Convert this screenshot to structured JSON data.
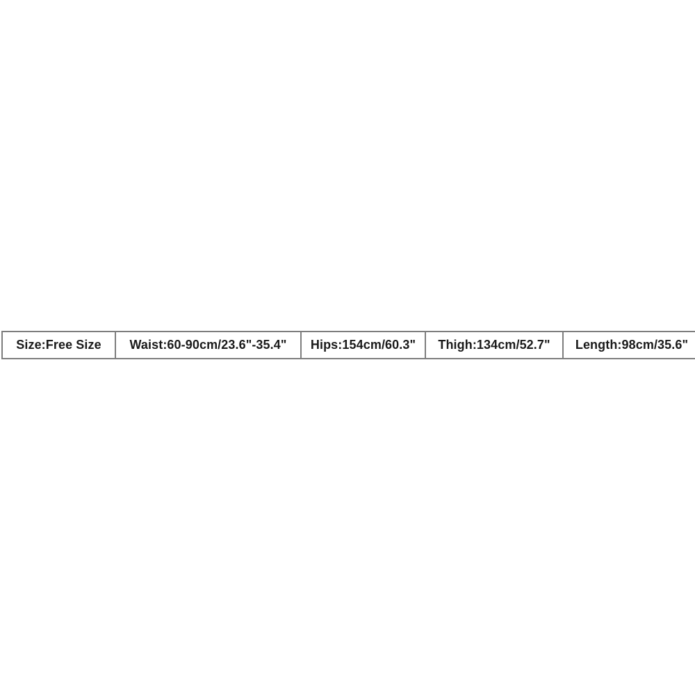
{
  "page": {
    "background": "#ffffff"
  },
  "size_chart": {
    "border_color": "#7d7d7d",
    "text_color": "#1a1a1a",
    "cells": [
      {
        "name": "size",
        "text": "Size:Free Size"
      },
      {
        "name": "waist",
        "text": "Waist:60-90cm/23.6\"-35.4\""
      },
      {
        "name": "hips",
        "text": "Hips:154cm/60.3\""
      },
      {
        "name": "thigh",
        "text": "Thigh:134cm/52.7\""
      },
      {
        "name": "length",
        "text": "Length:98cm/35.6\""
      }
    ]
  },
  "chart_data": {
    "type": "table",
    "columns": [
      "Size",
      "Waist",
      "Hips",
      "Thigh",
      "Length"
    ],
    "rows": [
      [
        "Free Size",
        "60-90cm/23.6\"-35.4\"",
        "154cm/60.3\"",
        "134cm/52.7\"",
        "98cm/35.6\""
      ]
    ],
    "title": "",
    "layout": {
      "grid": true,
      "single_row_strip": true
    }
  }
}
